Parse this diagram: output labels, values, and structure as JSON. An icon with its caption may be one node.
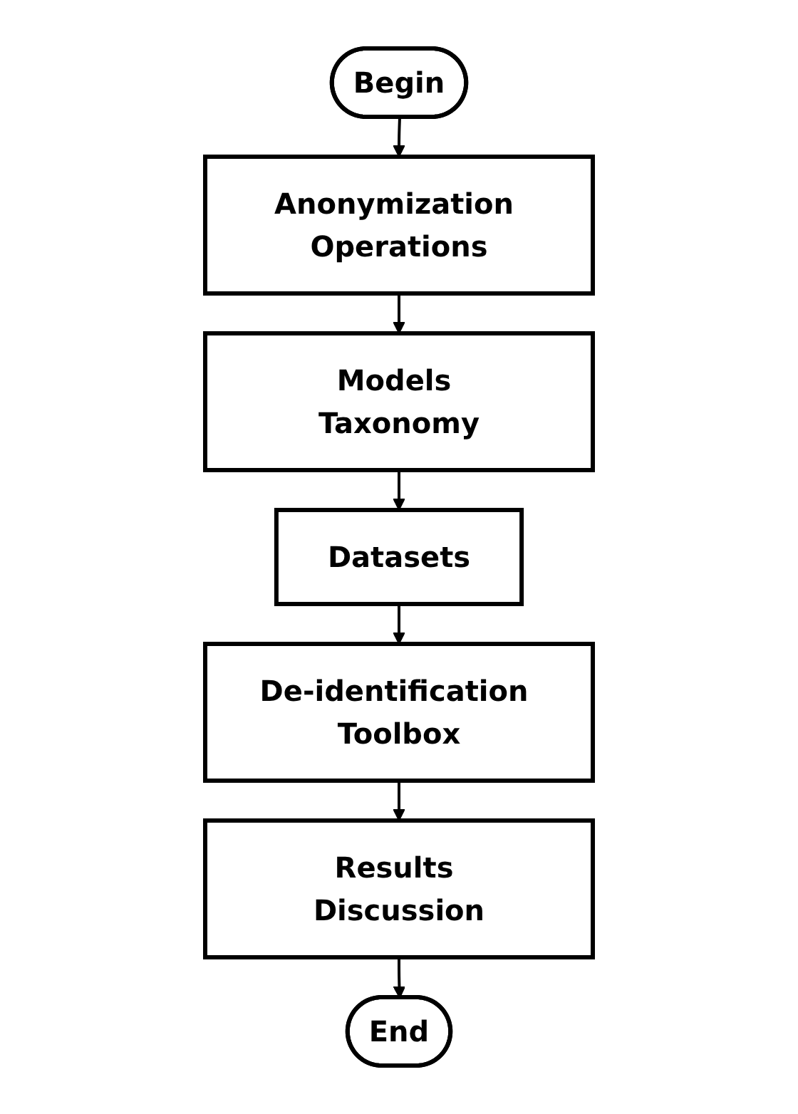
{
  "diagram": {
    "nodes": [
      {
        "text": [
          "Begin"
        ]
      },
      {
        "text": [
          "Anonymization Operations"
        ]
      },
      {
        "text": [
          "Models Taxonomy"
        ]
      },
      {
        "text": [
          "Datasets"
        ]
      },
      {
        "text": [
          "De-identification Toolbox"
        ]
      },
      {
        "text": [
          "Results Discussion"
        ]
      },
      {
        "text": [
          "End"
        ]
      }
    ],
    "edges": [
      {
        "from": 0,
        "to": 1,
        "arrow": "to"
      },
      {
        "from": 1,
        "to": 2,
        "arrow": "to"
      },
      {
        "from": 2,
        "to": 3,
        "arrow": "to"
      },
      {
        "from": 3,
        "to": 4,
        "arrow": "to"
      },
      {
        "from": 4,
        "to": 5,
        "arrow": "to"
      },
      {
        "from": 5,
        "to": 6,
        "arrow": "to"
      }
    ]
  }
}
